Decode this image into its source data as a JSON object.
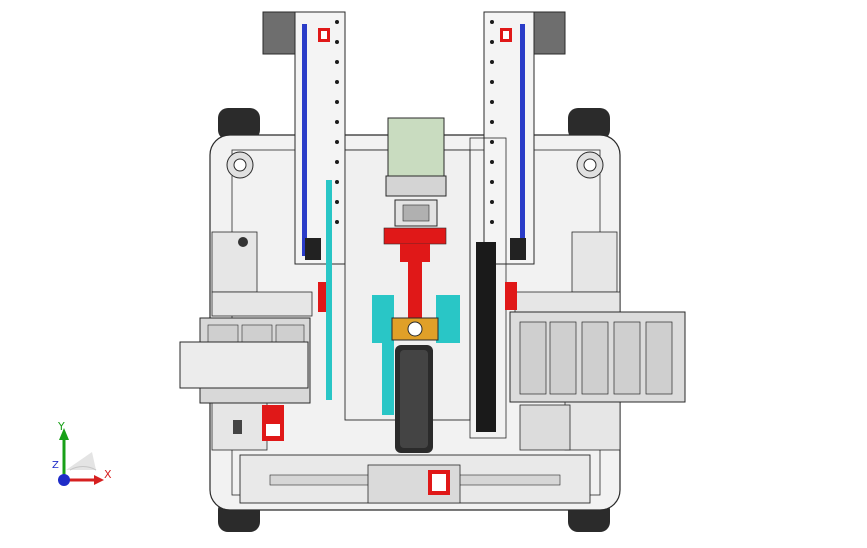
{
  "viewport": {
    "background": "#ffffff",
    "axis_triad": {
      "labels": {
        "x": "X",
        "y": "Y",
        "z": "Z"
      },
      "colors": {
        "x": "#d62020",
        "y": "#18a018",
        "z": "#1e2cc8"
      }
    }
  },
  "palette": {
    "frame": "#f2f2f2",
    "plate": "#e6e6e6",
    "plate_dark": "#cfcfcf",
    "outline": "#2a2a2a",
    "motor_gray": "#6e6e6e",
    "wheel": "#2b2b2b",
    "belt_blue": "#2a3cc8",
    "accent_red": "#e01818",
    "accent_cyan": "#29c6c6",
    "motor_green": "#c9dcc0",
    "orange": "#e0a028",
    "rail_black": "#1a1a1a"
  }
}
